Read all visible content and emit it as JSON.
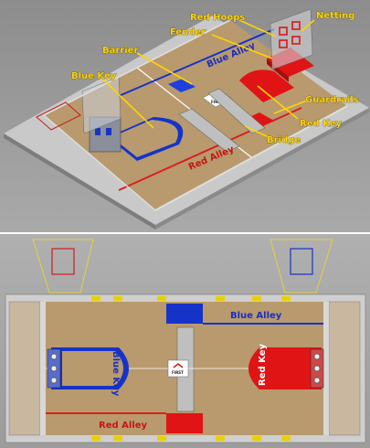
{
  "perspective_view": {
    "callouts": {
      "red_hoops": "Red Hoops",
      "netting": "Netting",
      "fender": "Fender",
      "barrier": "Barrier",
      "blue_key": "Blue Key",
      "guardrails": "Guardrails",
      "red_key": "Red Key",
      "bridge": "Bridge"
    },
    "floor_labels": {
      "blue_alley": "Blue Alley",
      "red_alley": "Red Alley"
    },
    "logo_text": "FIRST"
  },
  "top_view": {
    "floor_labels": {
      "blue_alley": "Blue Alley",
      "red_alley": "Red Alley",
      "blue_key": "Blue Key",
      "red_key": "Red Key"
    },
    "logo_text": "FIRST"
  },
  "colors": {
    "carpet": "#b89a6e",
    "alliance_blue": "#1633c8",
    "alliance_red": "#e01414",
    "callout_yellow": "#ffd400",
    "background_gray": "#9a9a9a"
  }
}
